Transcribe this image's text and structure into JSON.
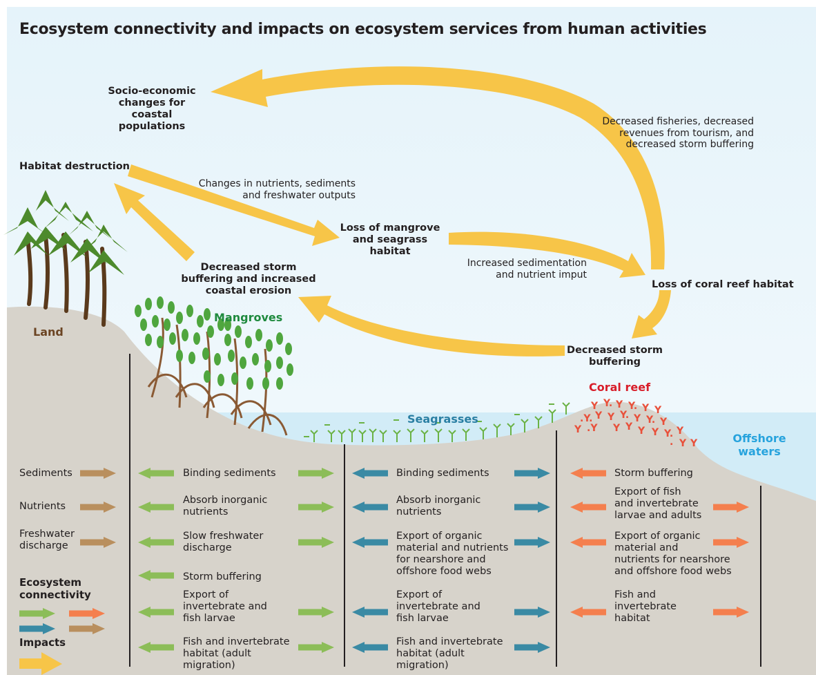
{
  "title": "Ecosystem connectivity and impacts on ecosystem services from human activities",
  "impact_labels": {
    "socio_economic": "Socio-economic\nchanges for coastal\npopulations",
    "fisheries": "Decreased fisheries, decreased\nrevenues from tourism, and\ndecreased storm buffering",
    "habitat_destruction": "Habitat destruction",
    "nutrient_changes": "Changes in nutrients, sediments\nand freshwater outputs",
    "loss_mangrove": "Loss of mangrove\nand seagrass\nhabitat",
    "sedimentation": "Increased sedimentation\nand nutrient imput",
    "loss_coral": "Loss of coral reef habitat",
    "storm_erosion": "Decreased storm\nbuffering and increased\ncoastal erosion",
    "storm_buffering": "Decreased storm\nbuffering"
  },
  "zones": {
    "land": "Land",
    "mangroves": "Mangroves",
    "seagrasses": "Seagrasses",
    "coral_reef": "Coral reef",
    "offshore": "Offshore\nwaters"
  },
  "land_inputs": [
    "Sediments",
    "Nutrients",
    "Freshwater\ndischarge"
  ],
  "legend": {
    "connectivity": "Ecosystem\nconnectivity",
    "impacts": "Impacts"
  },
  "mangrove_services": [
    "Binding sediments",
    "Absorb inorganic\nnutrients",
    "Slow freshwater\ndischarge",
    "Storm buffering",
    "Export of\ninvertebrate and\nfish larvae",
    "Fish and invertebrate\nhabitat (adult\nmigration)"
  ],
  "seagrass_services": [
    "Binding sediments",
    "Absorb inorganic\nnutrients",
    "Export of organic\nmaterial and nutrients\nfor nearshore and\noffshore food webs",
    "Export of\ninvertebrate and\nfish larvae",
    "Fish and invertebrate\nhabitat (adult\nmigration)"
  ],
  "coral_services": [
    "Storm buffering",
    "Export of fish\nand invertebrate\nlarvae and adults",
    "Export of organic\nmaterial and\nnutrients for nearshore\nand offshore food webs",
    "Fish and\ninvertebrate\nhabitat"
  ],
  "colors": {
    "impact_arrow": "#f7c548",
    "mangrove_arrow": "#8cbd58",
    "seagrass_arrow": "#3a8aa4",
    "coral_arrow": "#f47f4e",
    "land_arrow": "#b98f5e",
    "seabed": "#d7d3cb",
    "water": "#d2ecf7",
    "mangrove_label": "#1f8a3e",
    "seagrass_label": "#2a7fa3",
    "coral_label": "#d81e2a",
    "offshore_label": "#27a3dd",
    "land_label": "#6b4423"
  }
}
